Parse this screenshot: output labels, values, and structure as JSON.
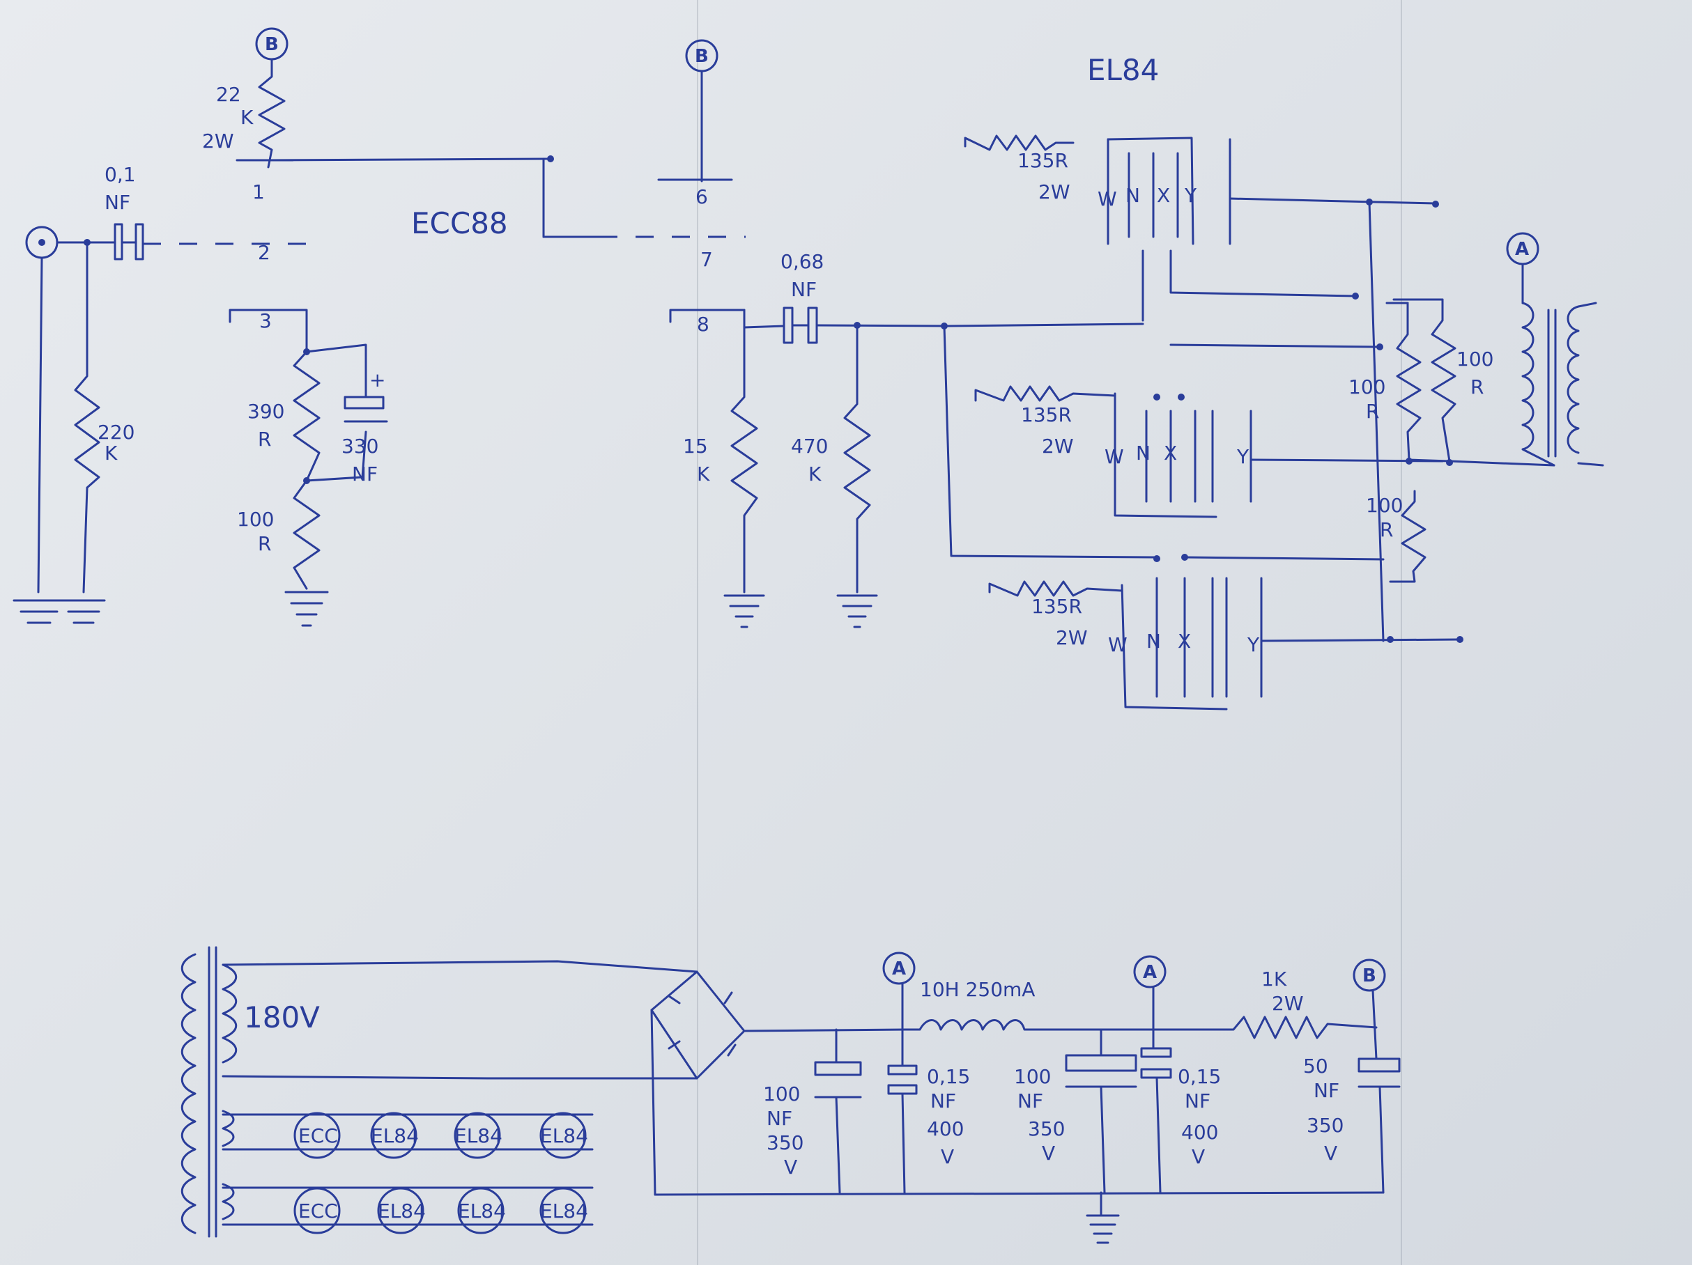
{
  "tubes": {
    "preamp": "ECC88",
    "power": "EL84"
  },
  "nodes": {
    "a": "A",
    "b": "B"
  },
  "pins": {
    "p1": "1",
    "p2": "2",
    "p3": "3",
    "p6": "6",
    "p7": "7",
    "p8": "8"
  },
  "input": {
    "cap": [
      "0,1",
      "NF"
    ],
    "grid_resistor": [
      "220",
      "K"
    ]
  },
  "stage1": {
    "plate_resistor": [
      "22",
      "K",
      "2W"
    ],
    "cathode_r1": [
      "390",
      "R"
    ],
    "cathode_cap": [
      "330",
      "NF"
    ],
    "cathode_r2": [
      "100",
      "R"
    ]
  },
  "stage2": {
    "coupling_cap": [
      "0,68",
      "NF"
    ],
    "cathode_r": [
      "15",
      "K"
    ],
    "grid_r": [
      "470",
      "K"
    ]
  },
  "output": {
    "grid_stopper": [
      "135R",
      "2W"
    ],
    "pin_marks": [
      "W",
      "N",
      "X",
      "Y"
    ],
    "screen_resistors": [
      "100",
      "R"
    ],
    "cathode_resistor": [
      "100",
      "R"
    ]
  },
  "power": {
    "secondary": "180V",
    "choke": "10H 250mA",
    "filter_res": [
      "1K",
      "2W"
    ],
    "c1": [
      "100",
      "NF",
      "350",
      "V"
    ],
    "c2": [
      "0,15",
      "NF",
      "400",
      "V"
    ],
    "c3": [
      "100",
      "NF",
      "350",
      "V"
    ],
    "c4": [
      "0,15",
      "NF",
      "400",
      "V"
    ],
    "c5": [
      "50",
      "NF",
      "350",
      "V"
    ],
    "heaters_row1": [
      "ECC",
      "EL84",
      "EL84",
      "EL84"
    ],
    "heaters_row2": [
      "ECC",
      "EL84",
      "EL84",
      "EL84"
    ]
  }
}
